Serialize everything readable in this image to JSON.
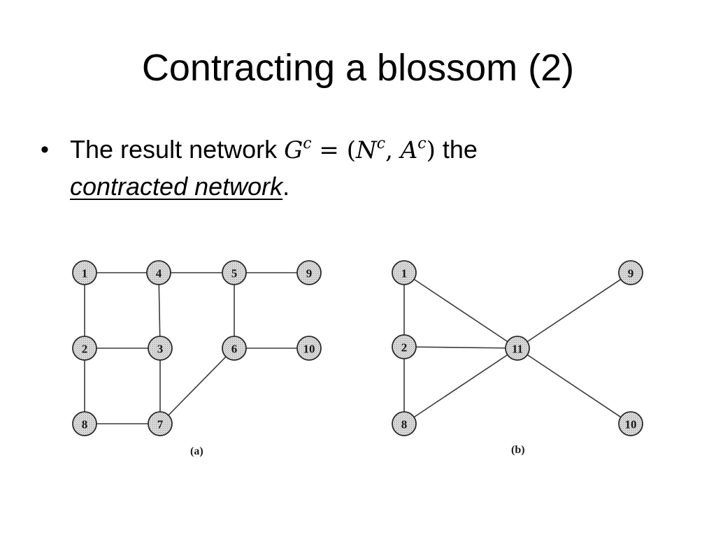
{
  "slide": {
    "title": "Contracting a blossom (2)",
    "bullet": {
      "marker": "•",
      "text_before": "The result network ",
      "math_G": "G",
      "math_sup_c1": "c",
      "math_eq": " = (",
      "math_N": "N",
      "math_sup_c2": "c",
      "math_comma": ", ",
      "math_A": "A",
      "math_sup_c3": "c",
      "math_close": ")",
      "text_after": " the",
      "term": "contracted network",
      "period": "."
    }
  },
  "figures": {
    "a": {
      "caption": "(a)",
      "nodes": [
        {
          "id": "1",
          "label": "1"
        },
        {
          "id": "4",
          "label": "4"
        },
        {
          "id": "5",
          "label": "5"
        },
        {
          "id": "9",
          "label": "9"
        },
        {
          "id": "2",
          "label": "2"
        },
        {
          "id": "3",
          "label": "3"
        },
        {
          "id": "6",
          "label": "6"
        },
        {
          "id": "10",
          "label": "10"
        },
        {
          "id": "8",
          "label": "8"
        },
        {
          "id": "7",
          "label": "7"
        }
      ],
      "edges": [
        [
          "1",
          "4"
        ],
        [
          "4",
          "5"
        ],
        [
          "5",
          "9"
        ],
        [
          "1",
          "2"
        ],
        [
          "4",
          "3"
        ],
        [
          "5",
          "6"
        ],
        [
          "2",
          "3"
        ],
        [
          "6",
          "10"
        ],
        [
          "2",
          "8"
        ],
        [
          "3",
          "7"
        ],
        [
          "8",
          "7"
        ],
        [
          "7",
          "6"
        ]
      ]
    },
    "b": {
      "caption": "(b)",
      "nodes": [
        {
          "id": "1",
          "label": "1"
        },
        {
          "id": "9",
          "label": "9"
        },
        {
          "id": "2",
          "label": "2"
        },
        {
          "id": "11",
          "label": "11"
        },
        {
          "id": "8",
          "label": "8"
        },
        {
          "id": "10",
          "label": "10"
        }
      ],
      "edges": [
        [
          "1",
          "2"
        ],
        [
          "2",
          "8"
        ],
        [
          "1",
          "11"
        ],
        [
          "2",
          "11"
        ],
        [
          "8",
          "11"
        ],
        [
          "11",
          "9"
        ],
        [
          "11",
          "10"
        ]
      ]
    }
  }
}
